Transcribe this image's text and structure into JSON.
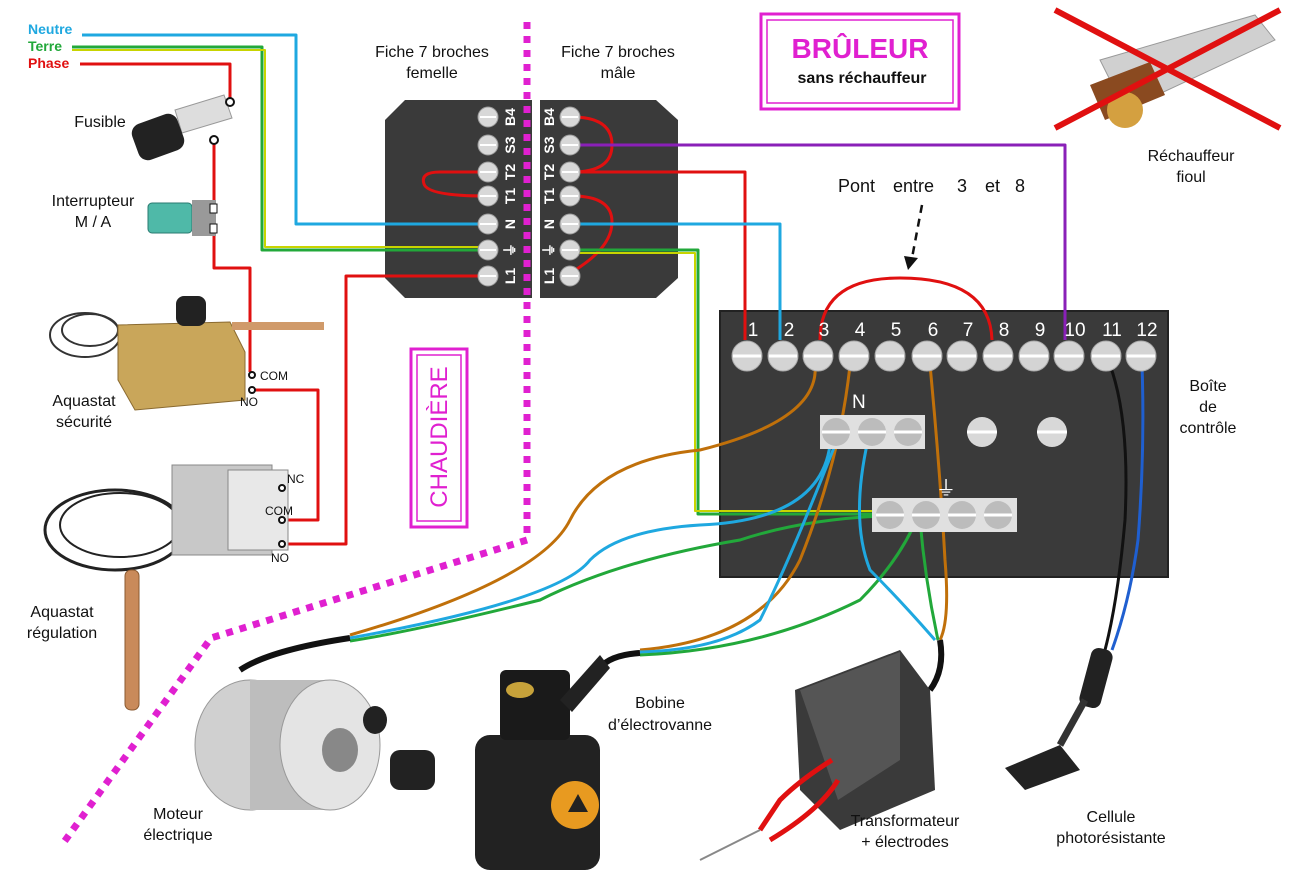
{
  "legend": {
    "neutre": "Neutre",
    "terre": "Terre",
    "phase": "Phase"
  },
  "colors": {
    "neutre": "#1fa8e0",
    "terre": "#22a83a",
    "terre_yellow": "#c8d400",
    "phase": "#e01010",
    "magenta": "#e020d0",
    "purple": "#8a20b8",
    "brown": "#c0700a",
    "box": "#3a3a3a"
  },
  "components": {
    "fusible": "Fusible",
    "interrupteur_line1": "Interrupteur",
    "interrupteur_line2": "M / A",
    "aquastat_securite_line1": "Aquastat",
    "aquastat_securite_line2": "sécurité",
    "aquastat_regulation_line1": "Aquastat",
    "aquastat_regulation_line2": "régulation",
    "com": "COM",
    "no": "NO",
    "nc": "NC",
    "com2": "COM",
    "no2": "NO",
    "moteur_line1": "Moteur",
    "moteur_line2": "électrique",
    "bobine_line1": "Bobine",
    "bobine_line2": "d’électrovanne",
    "transfo_line1": "Transformateur",
    "transfo_line2": "+ électrodes",
    "cellule_line1": "Cellule",
    "cellule_line2": "photorésistante",
    "rechauffeur_line1": "Réchauffeur",
    "rechauffeur_line2": "fioul"
  },
  "connector": {
    "femelle_line1": "Fiche 7 broches",
    "femelle_line2": "femelle",
    "male_line1": "Fiche 7 broches",
    "male_line2": "mâle",
    "pins": [
      "B4",
      "S3",
      "T2",
      "T1",
      "N",
      "⏚",
      "L1"
    ]
  },
  "bruleur": {
    "title": "BRÛLEUR",
    "subtitle": "sans réchauffeur"
  },
  "chaudiere": "CHAUDIÈRE",
  "pont": {
    "word1": "Pont",
    "word2": "entre",
    "word3": "3",
    "word4": "et",
    "word5": "8"
  },
  "control_box": {
    "label_line1": "Boîte",
    "label_line2": "de",
    "label_line3": "contrôle",
    "terminals": [
      "1",
      "2",
      "3",
      "4",
      "5",
      "6",
      "7",
      "8",
      "9",
      "10",
      "11",
      "12"
    ],
    "neutral_label": "N",
    "earth_label": "⏚"
  }
}
